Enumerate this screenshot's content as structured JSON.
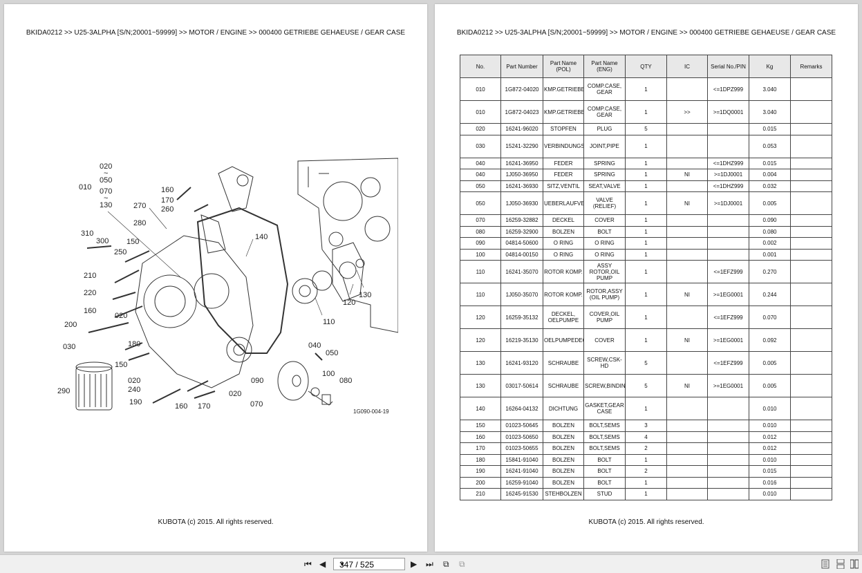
{
  "breadcrumb": "BKIDA0212 >> U25-3ALPHA [S/N;20001~59999] >> MOTOR / ENGINE >> 000400   GETRIEBE GEHAEUSE / GEAR CASE",
  "footer": "KUBOTA (c) 2015. All rights reserved.",
  "diagram": {
    "figure_id": "1G090-004-19",
    "callouts": [
      "020",
      "~",
      "050",
      "010",
      "070",
      "~",
      "130",
      "160",
      "170",
      "260",
      "270",
      "280",
      "310",
      "300",
      "150",
      "250",
      "210",
      "220",
      "160",
      "200",
      "030",
      "290",
      "140",
      "120",
      "130",
      "110",
      "020",
      "180",
      "150",
      "020",
      "240",
      "190",
      "160",
      "170",
      "040",
      "050",
      "100",
      "080",
      "090",
      "020",
      "070"
    ]
  },
  "table": {
    "headers": [
      "No.",
      "Part Number",
      "Part Name (POL)",
      "Part Name (ENG)",
      "QTY",
      "IC",
      "Serial No./PIN",
      "Kg",
      "Remarks"
    ],
    "rows": [
      {
        "no": "010",
        "pn": "1G872-04020",
        "pol": "KMP.GETRIEBEGEHAEUSE",
        "eng": "COMP.CASE, GEAR",
        "qty": "1",
        "ic": "",
        "serial": "<=1DPZ999",
        "kg": "3.040",
        "rem": ""
      },
      {
        "no": "010",
        "pn": "1G872-04023",
        "pol": "KMP.GETRIEBEGEHAEUSE",
        "eng": "COMP.CASE, GEAR",
        "qty": "1",
        "ic": ">>",
        "serial": ">=1DQ0001",
        "kg": "3.040",
        "rem": ""
      },
      {
        "no": "020",
        "pn": "16241-96020",
        "pol": "STOPFEN",
        "eng": "PLUG",
        "qty": "5",
        "ic": "",
        "serial": "",
        "kg": "0.015",
        "rem": ""
      },
      {
        "no": "030",
        "pn": "15241-32290",
        "pol": "VERBINDUNGSSTUECK",
        "eng": "JOINT,PIPE",
        "qty": "1",
        "ic": "",
        "serial": "",
        "kg": "0.053",
        "rem": ""
      },
      {
        "no": "040",
        "pn": "16241-36950",
        "pol": "FEDER",
        "eng": "SPRING",
        "qty": "1",
        "ic": "",
        "serial": "<=1DHZ999",
        "kg": "0.015",
        "rem": ""
      },
      {
        "no": "040",
        "pn": "1J050-36950",
        "pol": "FEDER",
        "eng": "SPRING",
        "qty": "1",
        "ic": "NI",
        "serial": ">=1DJ0001",
        "kg": "0.004",
        "rem": ""
      },
      {
        "no": "050",
        "pn": "16241-36930",
        "pol": "SITZ,VENTIL",
        "eng": "SEAT,VALVE",
        "qty": "1",
        "ic": "",
        "serial": "<=1DHZ999",
        "kg": "0.032",
        "rem": ""
      },
      {
        "no": "050",
        "pn": "1J050-36930",
        "pol": "UEBERLAUFVENTIL",
        "eng": "VALVE (RELIEF)",
        "qty": "1",
        "ic": "NI",
        "serial": ">=1DJ0001",
        "kg": "0.005",
        "rem": ""
      },
      {
        "no": "070",
        "pn": "16259-32882",
        "pol": "DECKEL",
        "eng": "COVER",
        "qty": "1",
        "ic": "",
        "serial": "",
        "kg": "0.090",
        "rem": ""
      },
      {
        "no": "080",
        "pn": "16259-32900",
        "pol": "BOLZEN",
        "eng": "BOLT",
        "qty": "1",
        "ic": "",
        "serial": "",
        "kg": "0.080",
        "rem": ""
      },
      {
        "no": "090",
        "pn": "04814-50600",
        "pol": "O RING",
        "eng": "O RING",
        "qty": "1",
        "ic": "",
        "serial": "",
        "kg": "0.002",
        "rem": ""
      },
      {
        "no": "100",
        "pn": "04814-00150",
        "pol": "O RING",
        "eng": "O RING",
        "qty": "1",
        "ic": "",
        "serial": "",
        "kg": "0.001",
        "rem": ""
      },
      {
        "no": "110",
        "pn": "16241-35070",
        "pol": "ROTOR KOMP.",
        "eng": "ASSY ROTOR,OIL PUMP",
        "qty": "1",
        "ic": "",
        "serial": "<=1EFZ999",
        "kg": "0.270",
        "rem": ""
      },
      {
        "no": "110",
        "pn": "1J050-35070",
        "pol": "ROTOR KOMP.",
        "eng": "ROTOR,ASSY (OIL PUMP)",
        "qty": "1",
        "ic": "NI",
        "serial": ">=1EG0001",
        "kg": "0.244",
        "rem": ""
      },
      {
        "no": "120",
        "pn": "16259-35132",
        "pol": "DECKEL, OELPUMPE",
        "eng": "COVER,OIL PUMP",
        "qty": "1",
        "ic": "",
        "serial": "<=1EFZ999",
        "kg": "0.070",
        "rem": ""
      },
      {
        "no": "120",
        "pn": "16219-35130",
        "pol": "OELPUMPEDECKEL",
        "eng": "COVER",
        "qty": "1",
        "ic": "NI",
        "serial": ">=1EG0001",
        "kg": "0.092",
        "rem": ""
      },
      {
        "no": "130",
        "pn": "16241-93120",
        "pol": "SCHRAUBE",
        "eng": "SCREW,CSK-HD",
        "qty": "5",
        "ic": "",
        "serial": "<=1EFZ999",
        "kg": "0.005",
        "rem": ""
      },
      {
        "no": "130",
        "pn": "03017-50614",
        "pol": "SCHRAUBE",
        "eng": "SCREW,BINDING(PHILLIPS)",
        "qty": "5",
        "ic": "NI",
        "serial": ">=1EG0001",
        "kg": "0.005",
        "rem": ""
      },
      {
        "no": "140",
        "pn": "16264-04132",
        "pol": "DICHTUNG",
        "eng": "GASKET,GEAR CASE",
        "qty": "1",
        "ic": "",
        "serial": "",
        "kg": "0.010",
        "rem": ""
      },
      {
        "no": "150",
        "pn": "01023-50645",
        "pol": "BOLZEN",
        "eng": "BOLT,SEMS",
        "qty": "3",
        "ic": "",
        "serial": "",
        "kg": "0.010",
        "rem": ""
      },
      {
        "no": "160",
        "pn": "01023-50650",
        "pol": "BOLZEN",
        "eng": "BOLT,SEMS",
        "qty": "4",
        "ic": "",
        "serial": "",
        "kg": "0.012",
        "rem": ""
      },
      {
        "no": "170",
        "pn": "01023-50655",
        "pol": "BOLZEN",
        "eng": "BOLT,SEMS",
        "qty": "2",
        "ic": "",
        "serial": "",
        "kg": "0.012",
        "rem": ""
      },
      {
        "no": "180",
        "pn": "15841-91040",
        "pol": "BOLZEN",
        "eng": "BOLT",
        "qty": "1",
        "ic": "",
        "serial": "",
        "kg": "0.010",
        "rem": ""
      },
      {
        "no": "190",
        "pn": "16241-91040",
        "pol": "BOLZEN",
        "eng": "BOLT",
        "qty": "2",
        "ic": "",
        "serial": "",
        "kg": "0.015",
        "rem": ""
      },
      {
        "no": "200",
        "pn": "16259-91040",
        "pol": "BOLZEN",
        "eng": "BOLT",
        "qty": "1",
        "ic": "",
        "serial": "",
        "kg": "0.016",
        "rem": ""
      },
      {
        "no": "210",
        "pn": "16245-91530",
        "pol": "STEHBOLZEN",
        "eng": "STUD",
        "qty": "1",
        "ic": "",
        "serial": "",
        "kg": "0.010",
        "rem": ""
      }
    ]
  },
  "toolbar": {
    "page_indicator": "347 / 525",
    "buttons": [
      "first-page-icon",
      "prev-page-icon",
      "page-dropdown-icon",
      "next-page-icon",
      "last-page-icon",
      "rotate-icon",
      "fit-icon",
      "single-page-icon",
      "continuous-icon",
      "two-page-icon"
    ]
  }
}
